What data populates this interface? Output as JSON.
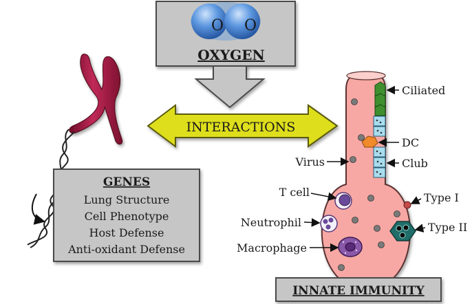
{
  "oxygen": {
    "atom_left": "O",
    "atom_right": "O",
    "label": "OXYGEN"
  },
  "interactions": {
    "label": "INTERACTIONS"
  },
  "genes": {
    "title": "GENES",
    "items": [
      "Lung Structure",
      "Cell Phenotype",
      "Host Defense",
      "Anti-oxidant Defense"
    ]
  },
  "innate_immunity": {
    "label": "INNATE IMMUNITY"
  },
  "airway_labels": {
    "ciliated": "Ciliated",
    "dc": "DC",
    "virus": "Virus",
    "club": "Club"
  },
  "alveolus_labels": {
    "t_cell": "T cell",
    "type_1": "Type I",
    "neutrophil": "Neutrophil",
    "type_2": "Type II",
    "macrophage": "Macrophage"
  },
  "colors": {
    "box_fill": "#c6c6c6",
    "box_stroke": "#4a4a4a",
    "arrow_yellow": "#dede1e",
    "arrow_yellow_stroke": "#5a5a10",
    "chromosome": "#a3163f",
    "lung_pink": "#f7a8a4",
    "lung_stroke": "#5a3030",
    "ciliated_green": "#3f8f2f",
    "club_blue": "#a8dcef",
    "dc_orange": "#f08a2a",
    "type2_teal": "#1f6e6a",
    "macrophage_purple": "#8a58a8",
    "oxygen_blue": "#3f7fd2"
  }
}
